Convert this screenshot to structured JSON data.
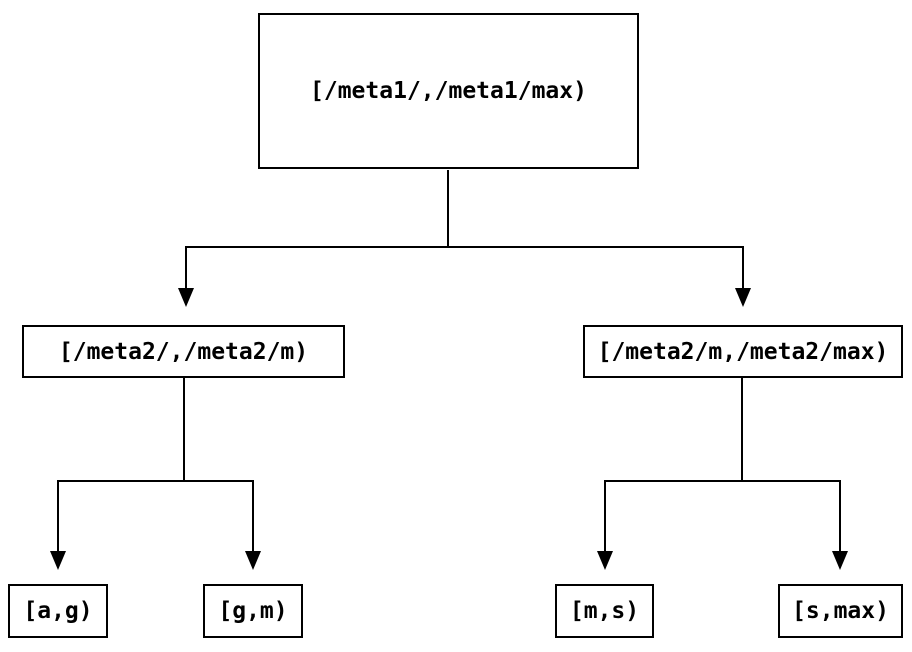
{
  "diagram": {
    "type": "tree",
    "description_visible_text_only": true,
    "colors": {
      "background": "#ffffff",
      "node_fill": "#ffffff",
      "node_border": "#000000",
      "line": "#000000",
      "text": "#000000"
    },
    "nodes": {
      "root": {
        "label": "[/meta1/,/meta1/max)"
      },
      "left": {
        "label": "[/meta2/,/meta2/m)"
      },
      "right": {
        "label": "[/meta2/m,/meta2/max)"
      },
      "left_left": {
        "label": "[a,g)"
      },
      "left_right": {
        "label": "[g,m)"
      },
      "right_left": {
        "label": "[m,s)"
      },
      "right_right": {
        "label": "[s,max)"
      }
    },
    "edges": [
      {
        "from": "root",
        "to": "left"
      },
      {
        "from": "root",
        "to": "right"
      },
      {
        "from": "left",
        "to": "left_left"
      },
      {
        "from": "left",
        "to": "left_right"
      },
      {
        "from": "right",
        "to": "right_left"
      },
      {
        "from": "right",
        "to": "right_right"
      }
    ]
  }
}
